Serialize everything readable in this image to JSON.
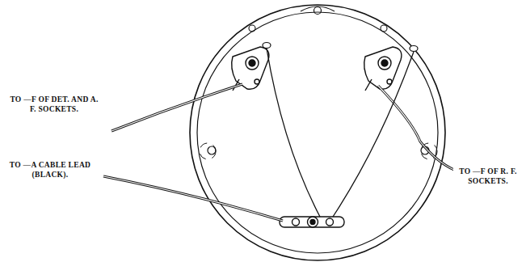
{
  "diagram": {
    "labels": [
      "TO —F OF DET. AND A. F. SOCKETS.",
      "TO —A CABLE LEAD (BLACK).",
      "TO —F OF R. F. SOCKETS."
    ]
  }
}
